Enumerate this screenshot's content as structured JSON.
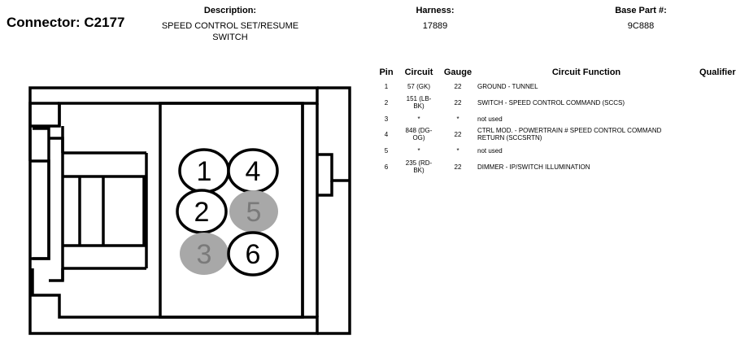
{
  "header": {
    "connector_title": "Connector: C2177",
    "description_label": "Description:",
    "description_value_line1": "SPEED CONTROL SET/RESUME",
    "description_value_line2": "SWITCH",
    "harness_label": "Harness:",
    "harness_value": "17889",
    "base_part_label": "Base Part #:",
    "base_part_value": "9C888"
  },
  "table": {
    "columns": [
      "Pin",
      "Circuit",
      "Gauge",
      "Circuit Function",
      "Qualifier"
    ],
    "rows": [
      {
        "pin": "1",
        "circuit_l1": "57 (GK)",
        "circuit_l2": "",
        "gauge": "22",
        "function_l1": "GROUND - TUNNEL",
        "function_l2": ""
      },
      {
        "pin": "2",
        "circuit_l1": "151 (LB-",
        "circuit_l2": "BK)",
        "gauge": "22",
        "function_l1": "SWITCH - SPEED CONTROL COMMAND (SCCS)",
        "function_l2": ""
      },
      {
        "pin": "3",
        "circuit_l1": "*",
        "circuit_l2": "",
        "gauge": "*",
        "function_l1": "not used",
        "function_l2": ""
      },
      {
        "pin": "4",
        "circuit_l1": "848 (DG-",
        "circuit_l2": "OG)",
        "gauge": "22",
        "function_l1": "CTRL MOD. - POWERTRAIN # SPEED CONTROL COMMAND",
        "function_l2": "RETURN (SCCSRTN)"
      },
      {
        "pin": "5",
        "circuit_l1": "*",
        "circuit_l2": "",
        "gauge": "*",
        "function_l1": "not used",
        "function_l2": ""
      },
      {
        "pin": "6",
        "circuit_l1": "235 (RD-",
        "circuit_l2": "BK)",
        "gauge": "22",
        "function_l1": "DIMMER - IP/SWITCH ILLUMINATION",
        "function_l2": ""
      }
    ]
  },
  "diagram": {
    "pins": [
      {
        "label": "1",
        "used": true
      },
      {
        "label": "4",
        "used": true
      },
      {
        "label": "2",
        "used": true
      },
      {
        "label": "5",
        "used": false
      },
      {
        "label": "3",
        "used": false
      },
      {
        "label": "6",
        "used": true
      }
    ],
    "colors": {
      "used_fill": "#ffffff",
      "unused_fill": "#a8a8a8",
      "unused_text": "#7a7a7a",
      "stroke": "#000000"
    }
  }
}
